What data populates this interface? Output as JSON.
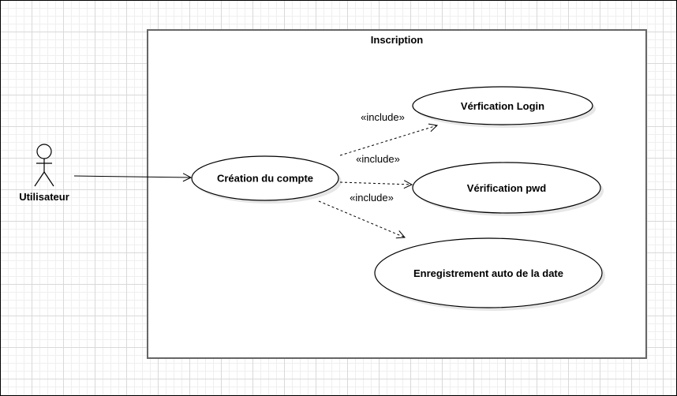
{
  "system": {
    "title": "Inscription"
  },
  "actor": {
    "label": "Utilisateur"
  },
  "use_cases": {
    "creation": "Création du compte",
    "verif_login": "Vérfication Login",
    "verif_pwd": "Vérification pwd",
    "enregistrement": "Enregistrement auto de la date"
  },
  "relations": {
    "include_1": "«include»",
    "include_2": "«include»",
    "include_3": "«include»"
  },
  "colors": {
    "stroke": "#000000",
    "system_border": "#666666",
    "shadow": "#e6e6e6"
  }
}
